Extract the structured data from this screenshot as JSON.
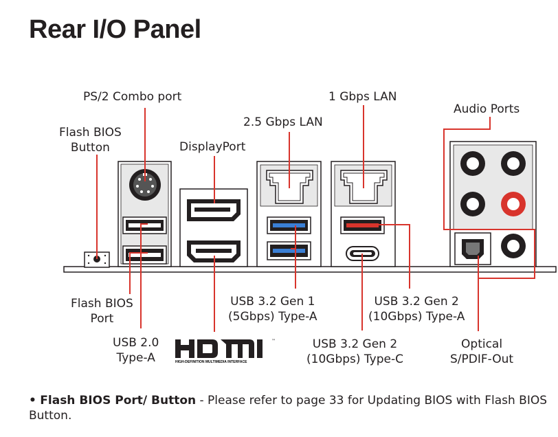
{
  "title": "Rear I/O Panel",
  "labels": {
    "ps2": "PS/2 Combo port",
    "flash_btn_1": "Flash BIOS",
    "flash_btn_2": "Button",
    "displayport": "DisplayPort",
    "lan25": "2.5 Gbps LAN",
    "lan1": "1 Gbps LAN",
    "audio": "Audio Ports",
    "flash_port_1": "Flash BIOS",
    "flash_port_2": "Port",
    "usb20_1": "USB 2.0",
    "usb20_2": "Type-A",
    "gen1_1": "USB 3.2 Gen 1",
    "gen1_2": "(5Gbps) Type-A",
    "gen2c_1": "USB 3.2 Gen 2",
    "gen2c_2": "(10Gbps) Type-C",
    "gen2a_1": "USB 3.2 Gen 2",
    "gen2a_2": "(10Gbps) Type-A",
    "optical_1": "Optical",
    "optical_2": "S/PDIF-Out"
  },
  "hdmi_logo": {
    "text": "HDMI",
    "tagline": "HIGH-DEFINITION MULTIMEDIA INTERFACE"
  },
  "note": {
    "bullet": "•",
    "bold": "Flash BIOS Port/ Button",
    "text": " - Please refer to page 33 for Updating BIOS with Flash BIOS Button."
  },
  "colors": {
    "callout": "#d8342c",
    "outline": "#231f20",
    "usb3_blue": "#3a7fd5",
    "usb_red": "#d8342c",
    "panel_grey": "#e8e8e8"
  }
}
